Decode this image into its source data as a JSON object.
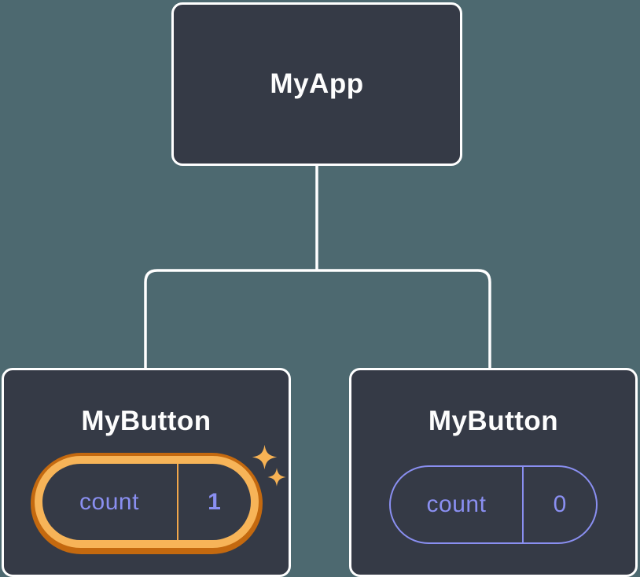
{
  "colors": {
    "bg": "#4d6970",
    "node-fill": "#353a46",
    "node-border": "#ffffff",
    "connector": "#ffffff",
    "state-purple": "#8a8ff1",
    "highlight-orange": "#f7b458",
    "highlight-orange-dark": "#c4690f",
    "highlight-divider": "#f2a74b",
    "sparkle": "#f7b254",
    "title-text": "#fdfdfd"
  },
  "tree": {
    "root": {
      "label": "MyApp"
    },
    "children": [
      {
        "label": "MyButton",
        "state": {
          "key": "count",
          "value": "1"
        },
        "highlighted": true
      },
      {
        "label": "MyButton",
        "state": {
          "key": "count",
          "value": "0"
        },
        "highlighted": false
      }
    ]
  }
}
